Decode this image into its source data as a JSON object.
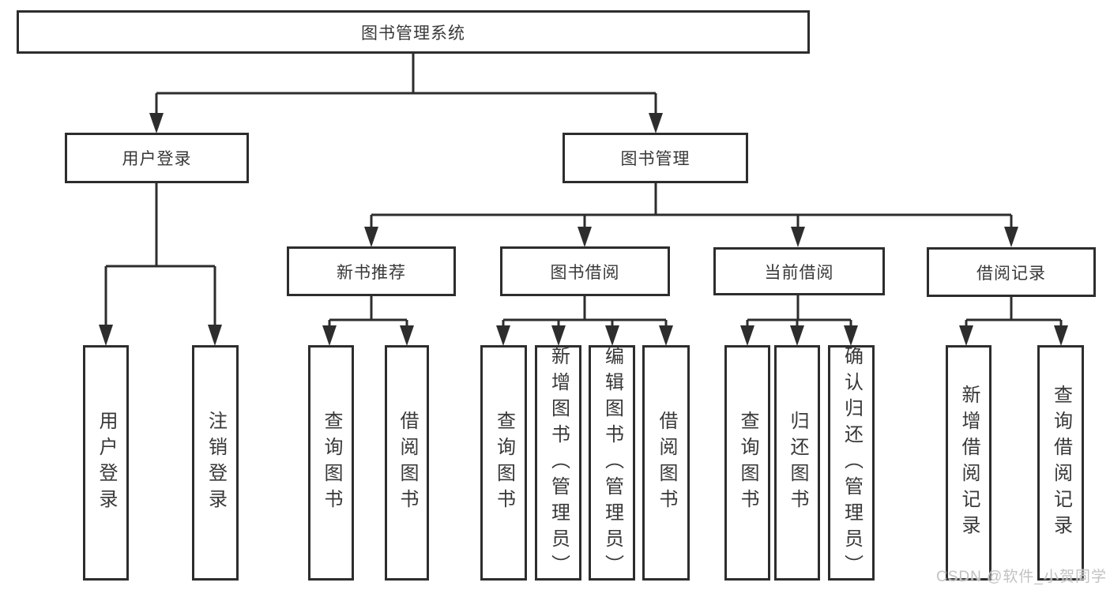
{
  "diagram": {
    "watermark": "CSDN @软件_小贺同学",
    "colors": {
      "line": "#2d2d2d",
      "box_border": "#2d2d2d",
      "box_fill": "#ffffff",
      "text": "#383838",
      "watermark": "#c2c2c2",
      "background": "#ffffff"
    },
    "tree": {
      "label": "图书管理系统",
      "children": [
        {
          "label": "用户登录",
          "children": [
            {
              "label": "用户登录"
            },
            {
              "label": "注销登录"
            }
          ]
        },
        {
          "label": "图书管理",
          "children": [
            {
              "label": "新书推荐",
              "children": [
                {
                  "label": "查询图书"
                },
                {
                  "label": "借阅图书"
                }
              ]
            },
            {
              "label": "图书借阅",
              "children": [
                {
                  "label": "查询图书"
                },
                {
                  "label": "新增图书（管理员）"
                },
                {
                  "label": "编辑图书（管理员）"
                },
                {
                  "label": "借阅图书"
                }
              ]
            },
            {
              "label": "当前借阅",
              "children": [
                {
                  "label": "查询图书"
                },
                {
                  "label": "归还图书"
                },
                {
                  "label": "确认归还（管理员）"
                }
              ]
            },
            {
              "label": "借阅记录",
              "children": [
                {
                  "label": "新增借阅记录"
                },
                {
                  "label": "查询借阅记录"
                }
              ]
            }
          ]
        }
      ]
    }
  }
}
